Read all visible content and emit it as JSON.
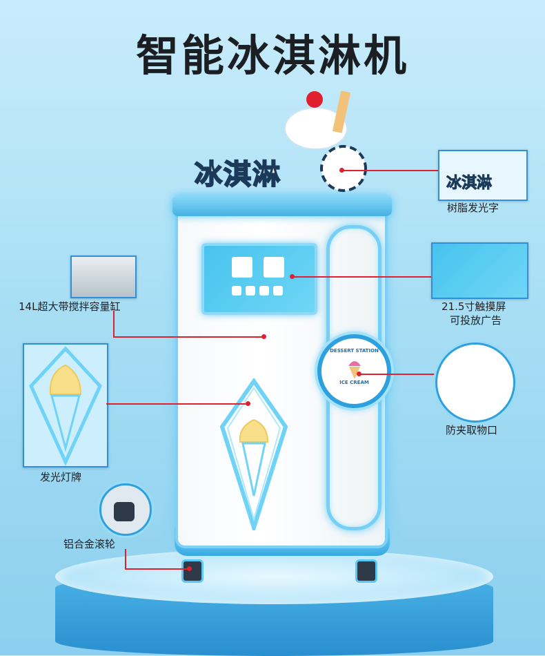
{
  "title": "智能冰淇淋机",
  "logo_sign_text": "冰淇淋",
  "outlet_text_top": "DESSERT STATION",
  "outlet_text_bottom": "ICE CREAM",
  "callouts": {
    "resin_sign": "树脂发光字",
    "touch_screen_line1": "21.5寸触摸屏",
    "touch_screen_line2": "可投放广告",
    "mixing_tank": "14L超大带搅拌容量缸",
    "anti_pinch": "防夹取物口",
    "light_sign": "发光灯牌",
    "caster": "铝合金滚轮"
  },
  "colors": {
    "accent": "#2fa0de",
    "pointer": "#e0202f",
    "background": "#a9dff5"
  },
  "icons": [
    "ice-cream-cone-icon",
    "cherry-sundae-icon",
    "gear-icon",
    "caster-wheel-icon"
  ]
}
